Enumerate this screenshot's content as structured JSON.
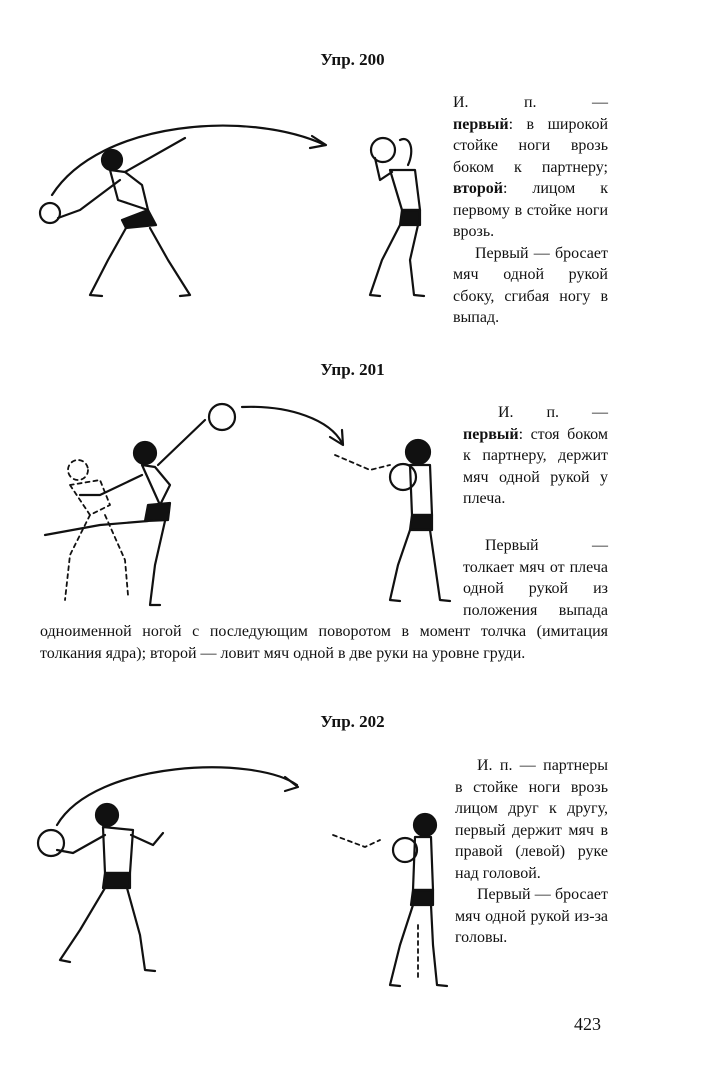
{
  "ex200": {
    "title": "Упр. 200",
    "lead": "И. п. —",
    "p1_first": "первый",
    "p1_a": ": в широкой стойке ноги врозь боком к партнеру; ",
    "p1_second": "второй",
    "p1_b": ": лицом к первому в стойке ноги врозь.",
    "p2": "Первый — бросает мяч одной рукой сбоку, сгибая ногу в выпад."
  },
  "ex201": {
    "title": "Упр. 201",
    "lead": "И. п. —",
    "p1_first": "первый",
    "p1_a": ": стоя боком к партнеру, держит мяч одной рукой у плеча.",
    "p2": "Первый — толкает мяч от плеча одной рукой из положения выпада одноименной ногой с последующим поворотом в момент толчка (имитация толкания ядра); второй — ловит мяч одной в две руки на уровне груди."
  },
  "ex202": {
    "title": "Упр. 202",
    "p1": "И. п. — партнеры в стойке ноги врозь лицом друг к другу, первый держит мяч в правой (левой) руке над головой.",
    "p2": "Первый — бросает мяч одной рукой из-за головы."
  },
  "page_number": "423"
}
